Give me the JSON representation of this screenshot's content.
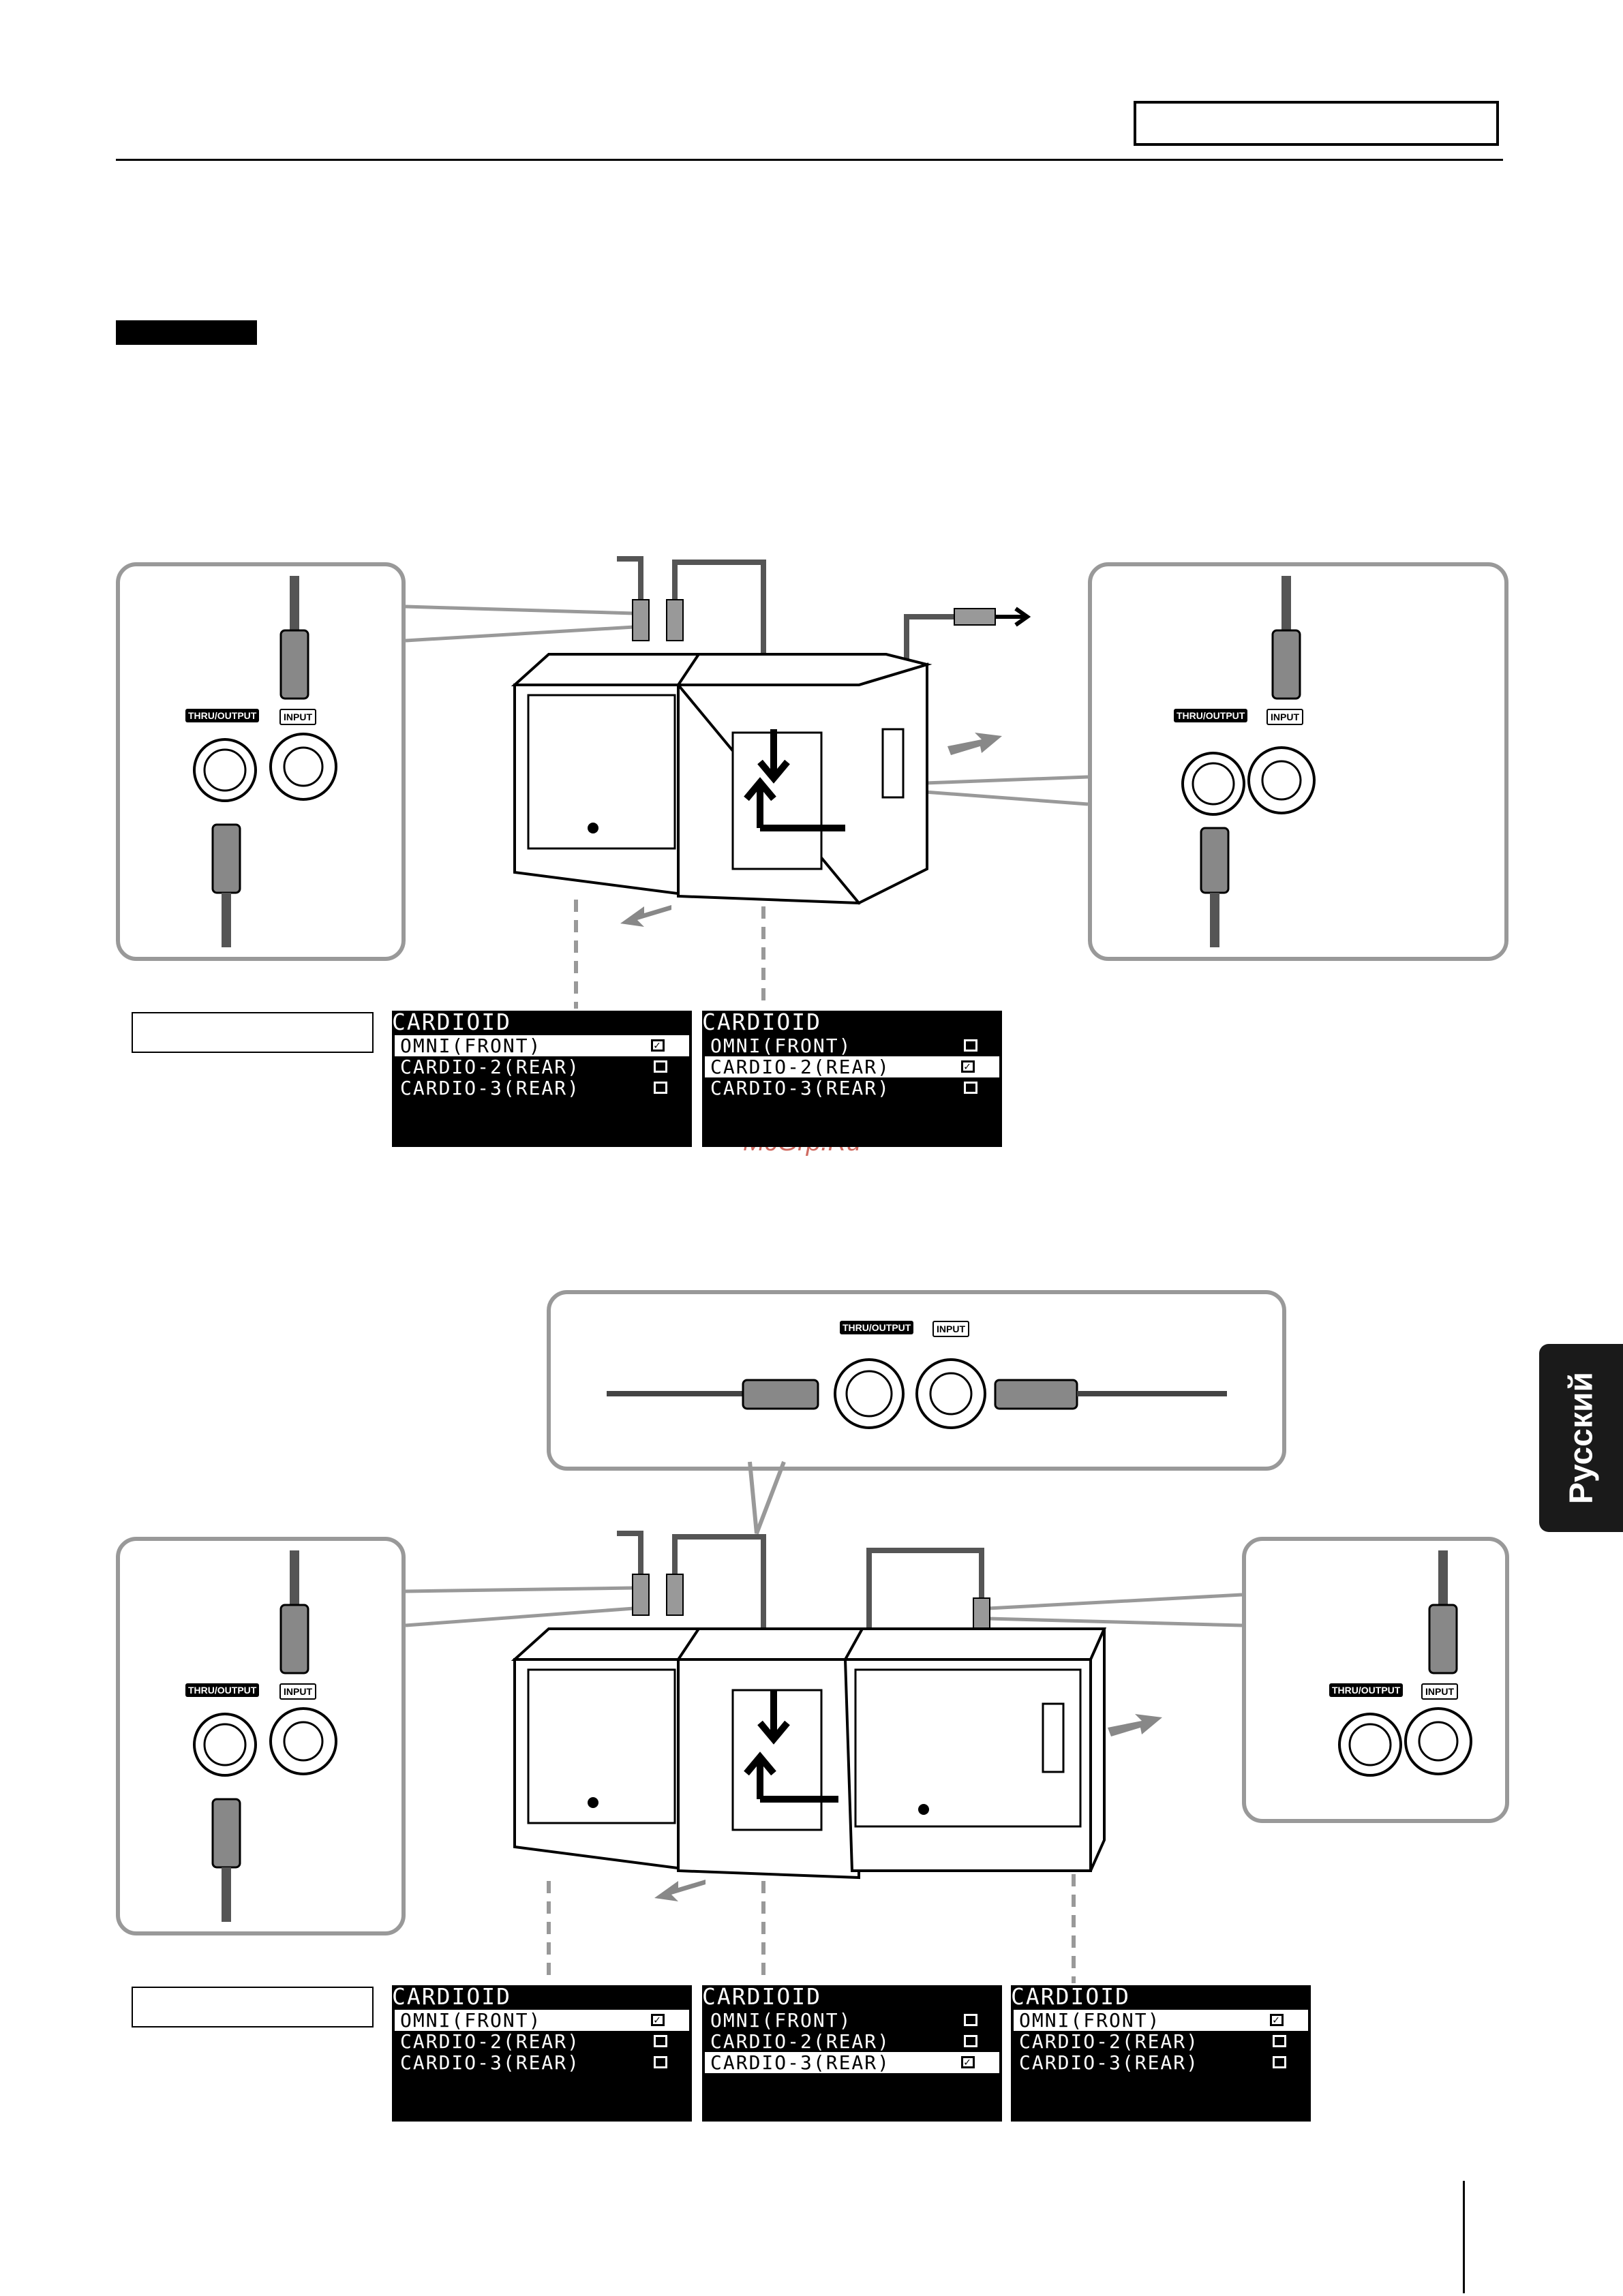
{
  "watermark": "McGrp.Ru",
  "language_tab": "Русский",
  "connector_labels": {
    "thru_output": "THRU/OUTPUT",
    "input": "INPUT"
  },
  "lcd_panels": [
    {
      "title": "CARDIOID",
      "rows": [
        {
          "label": "OMNI(FRONT)",
          "checked": true,
          "selected": true
        },
        {
          "label": "CARDIO-2(REAR)",
          "checked": false,
          "selected": false
        },
        {
          "label": "CARDIO-3(REAR)",
          "checked": false,
          "selected": false
        }
      ]
    },
    {
      "title": "CARDIOID",
      "rows": [
        {
          "label": "OMNI(FRONT)",
          "checked": false,
          "selected": false
        },
        {
          "label": "CARDIO-2(REAR)",
          "checked": true,
          "selected": true
        },
        {
          "label": "CARDIO-3(REAR)",
          "checked": false,
          "selected": false
        }
      ]
    },
    {
      "title": "CARDIOID",
      "rows": [
        {
          "label": "OMNI(FRONT)",
          "checked": true,
          "selected": true
        },
        {
          "label": "CARDIO-2(REAR)",
          "checked": false,
          "selected": false
        },
        {
          "label": "CARDIO-3(REAR)",
          "checked": false,
          "selected": false
        }
      ]
    },
    {
      "title": "CARDIOID",
      "rows": [
        {
          "label": "OMNI(FRONT)",
          "checked": false,
          "selected": false
        },
        {
          "label": "CARDIO-2(REAR)",
          "checked": false,
          "selected": false
        },
        {
          "label": "CARDIO-3(REAR)",
          "checked": true,
          "selected": true
        }
      ]
    },
    {
      "title": "CARDIOID",
      "rows": [
        {
          "label": "OMNI(FRONT)",
          "checked": true,
          "selected": true
        },
        {
          "label": "CARDIO-2(REAR)",
          "checked": false,
          "selected": false
        },
        {
          "label": "CARDIO-3(REAR)",
          "checked": false,
          "selected": false
        }
      ]
    }
  ],
  "colors": {
    "callout_border": "#999999",
    "lcd_bg": "#000000",
    "tab_bg": "#1a1a1a",
    "watermark": "#c0392b"
  }
}
